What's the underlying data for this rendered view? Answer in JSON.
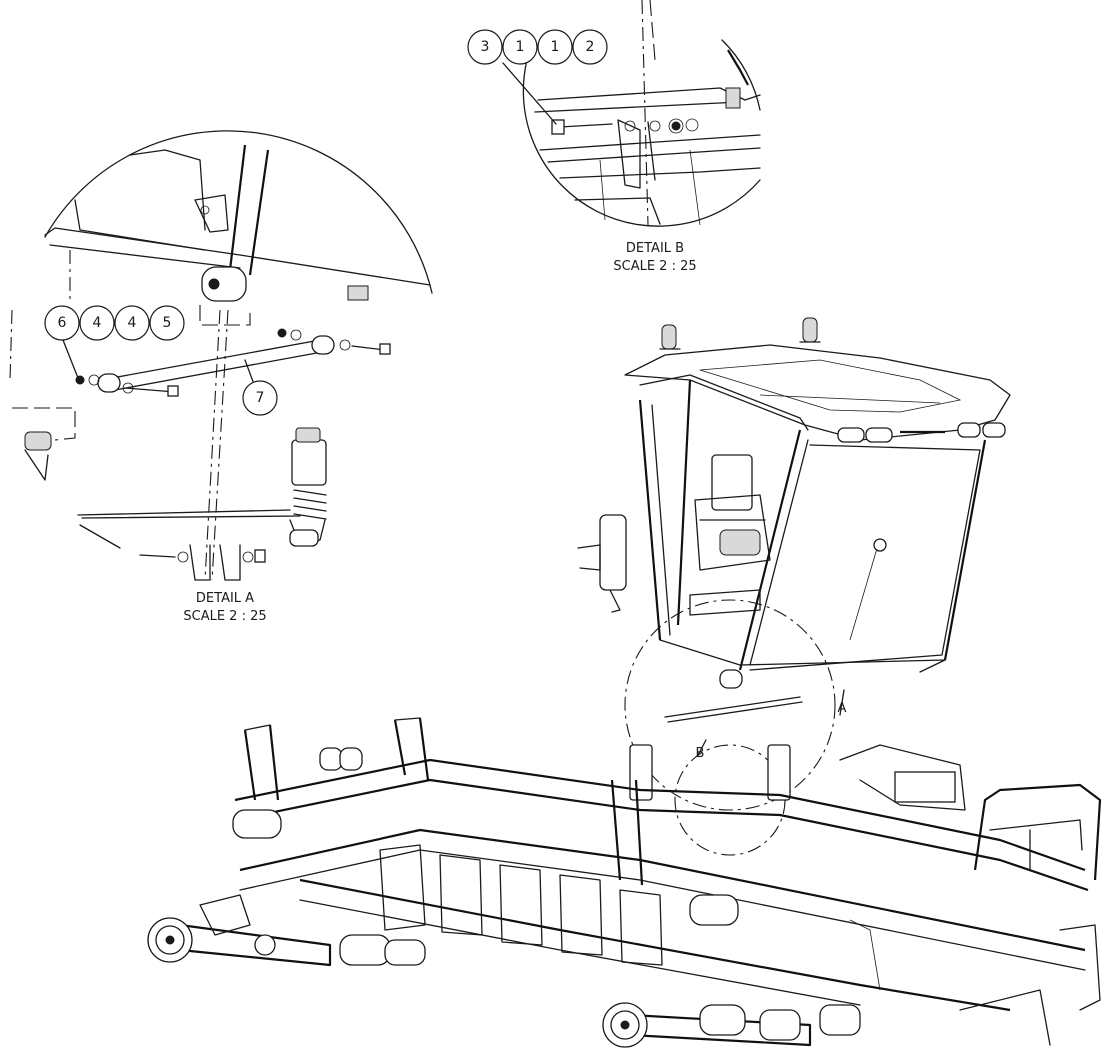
{
  "detail_a": {
    "title": "DETAIL A",
    "scale": "SCALE 2 : 25",
    "balloons": [
      "6",
      "4",
      "4",
      "5"
    ],
    "rod_balloon": "7"
  },
  "detail_b": {
    "title": "DETAIL B",
    "scale": "SCALE 2 : 25",
    "balloons": [
      "3",
      "1",
      "1",
      "2"
    ]
  },
  "main_view": {
    "callout_a": "A",
    "callout_b": "B"
  }
}
